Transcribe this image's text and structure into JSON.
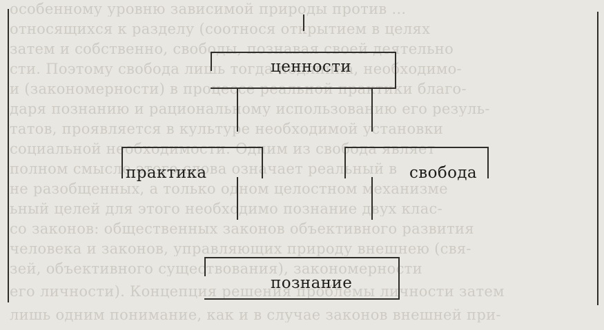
{
  "diagram": {
    "nodes": {
      "values": "ценности",
      "practice": "практика",
      "freedom": "свобода",
      "cognition": "познание"
    },
    "edges": [
      [
        "values",
        "practice"
      ],
      [
        "values",
        "freedom"
      ],
      [
        "practice",
        "cognition"
      ],
      [
        "freedom",
        "cognition"
      ]
    ]
  },
  "background_text": [
    "особенному уровню зависимой природы против ...",
    "относящихся к разделу (соотнося открытием в целях",
    "затем и собственно, свободы, познавая своей деятельно",
    "сти. Поэтому свобода лишь тогда подлинна, необходимо-",
    "и (закономерности) в процессе реальной практики благо-",
    "даря познанию и рациональному использованию его резуль-",
    "татов, проявляется в культуре необходимой установки",
    "социальной необходимости. Одним из свобода являет",
    "полном смысле этого слова означает реальный в",
    "не разобщенных, а только одном целостном механизме",
    "ьный целей для этого необходимо познание двух клас-",
    "со законов: общественных законов объективного развития",
    "человека и законов, управляющих природу внешнею (свя-",
    "зей, объективного существования), закономерности",
    "его личности). Концепция решения проблемы личности затем",
    "лишь одним понимание, как и в случае законов внешней при-"
  ]
}
